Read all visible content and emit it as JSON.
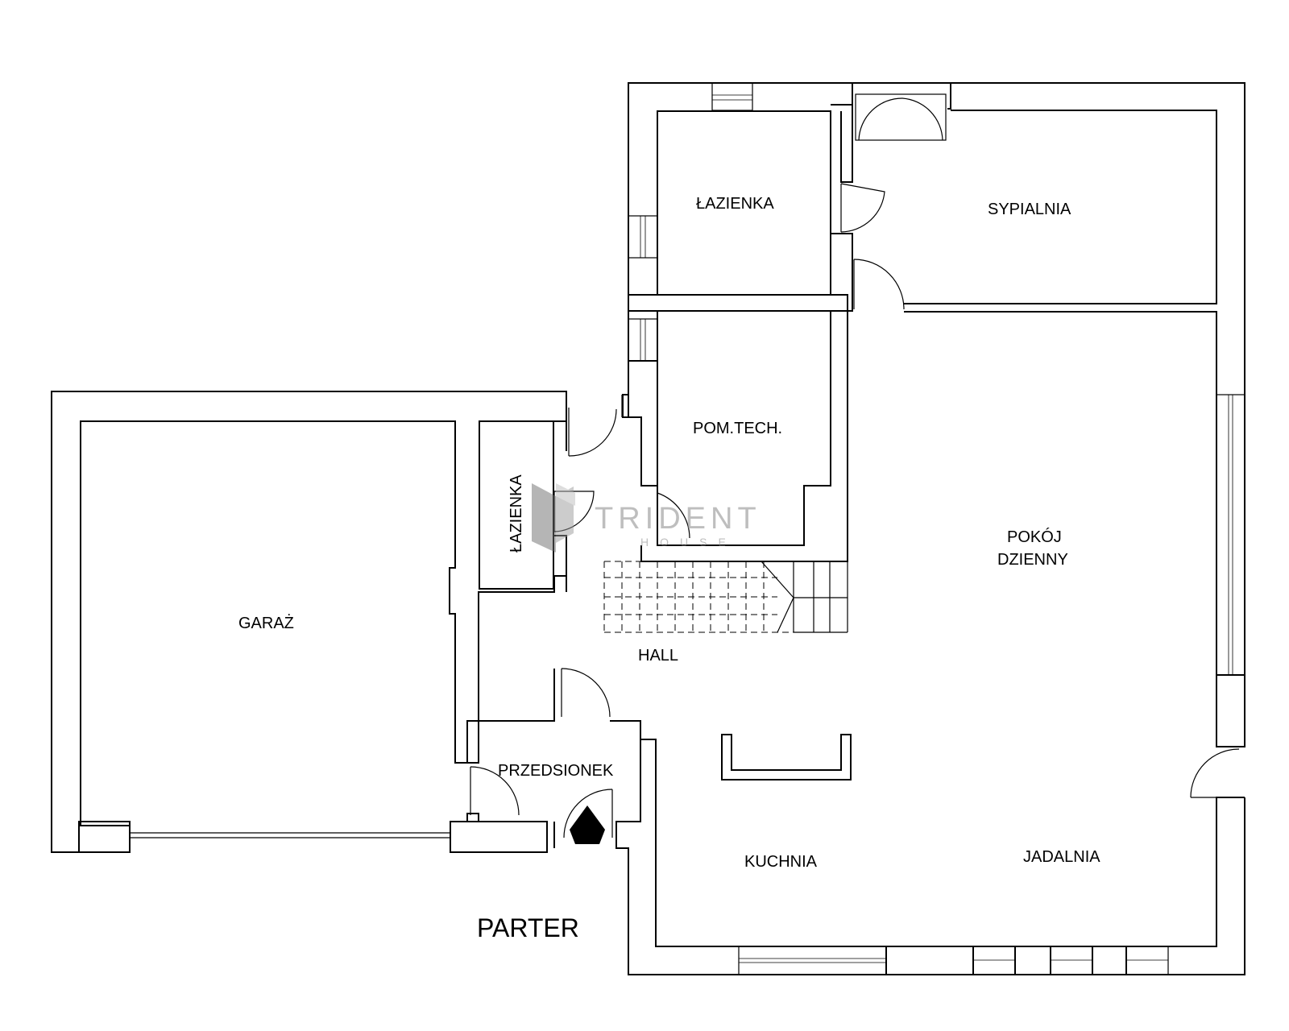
{
  "plan": {
    "floor_title": "PARTER",
    "rooms": {
      "bathroom_upper": "ŁAZIENKA",
      "bedroom": "SYPIALNIA",
      "technical_room": "POM.TECH.",
      "bathroom_small": "ŁAZIENKA",
      "garage": "GARAŻ",
      "hall": "HALL",
      "living_room_line1": "POKÓJ",
      "living_room_line2": "DZIENNY",
      "vestibule": "PRZEDSIONEK",
      "kitchen": "KUCHNIA",
      "dining_room": "JADALNIA"
    }
  },
  "watermark": {
    "brand": "TRIDENT",
    "sub": "HOUSE"
  }
}
